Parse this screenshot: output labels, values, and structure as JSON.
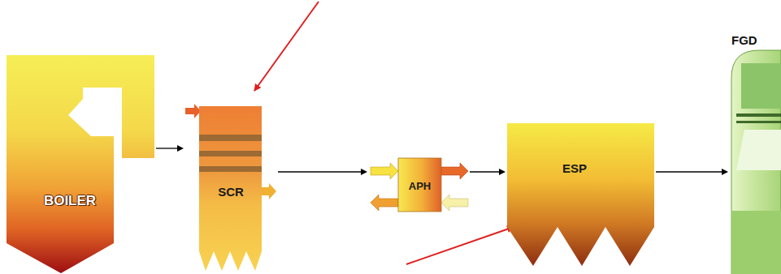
{
  "diagram": {
    "nodes": [
      {
        "text": [
          "BOILER"
        ]
      },
      {
        "text": [
          "SCR"
        ]
      },
      {
        "text": [
          "APH"
        ]
      },
      {
        "text": [
          "ESP"
        ]
      },
      {
        "text": [
          "FGD"
        ]
      }
    ],
    "edges": [
      {
        "from": 0,
        "to": 1,
        "arrow": "to"
      },
      {
        "from": 1,
        "to": 2,
        "arrow": "to"
      },
      {
        "from": 2,
        "to": 3,
        "arrow": "to"
      },
      {
        "from": 3,
        "to": 4,
        "arrow": "to"
      }
    ]
  }
}
